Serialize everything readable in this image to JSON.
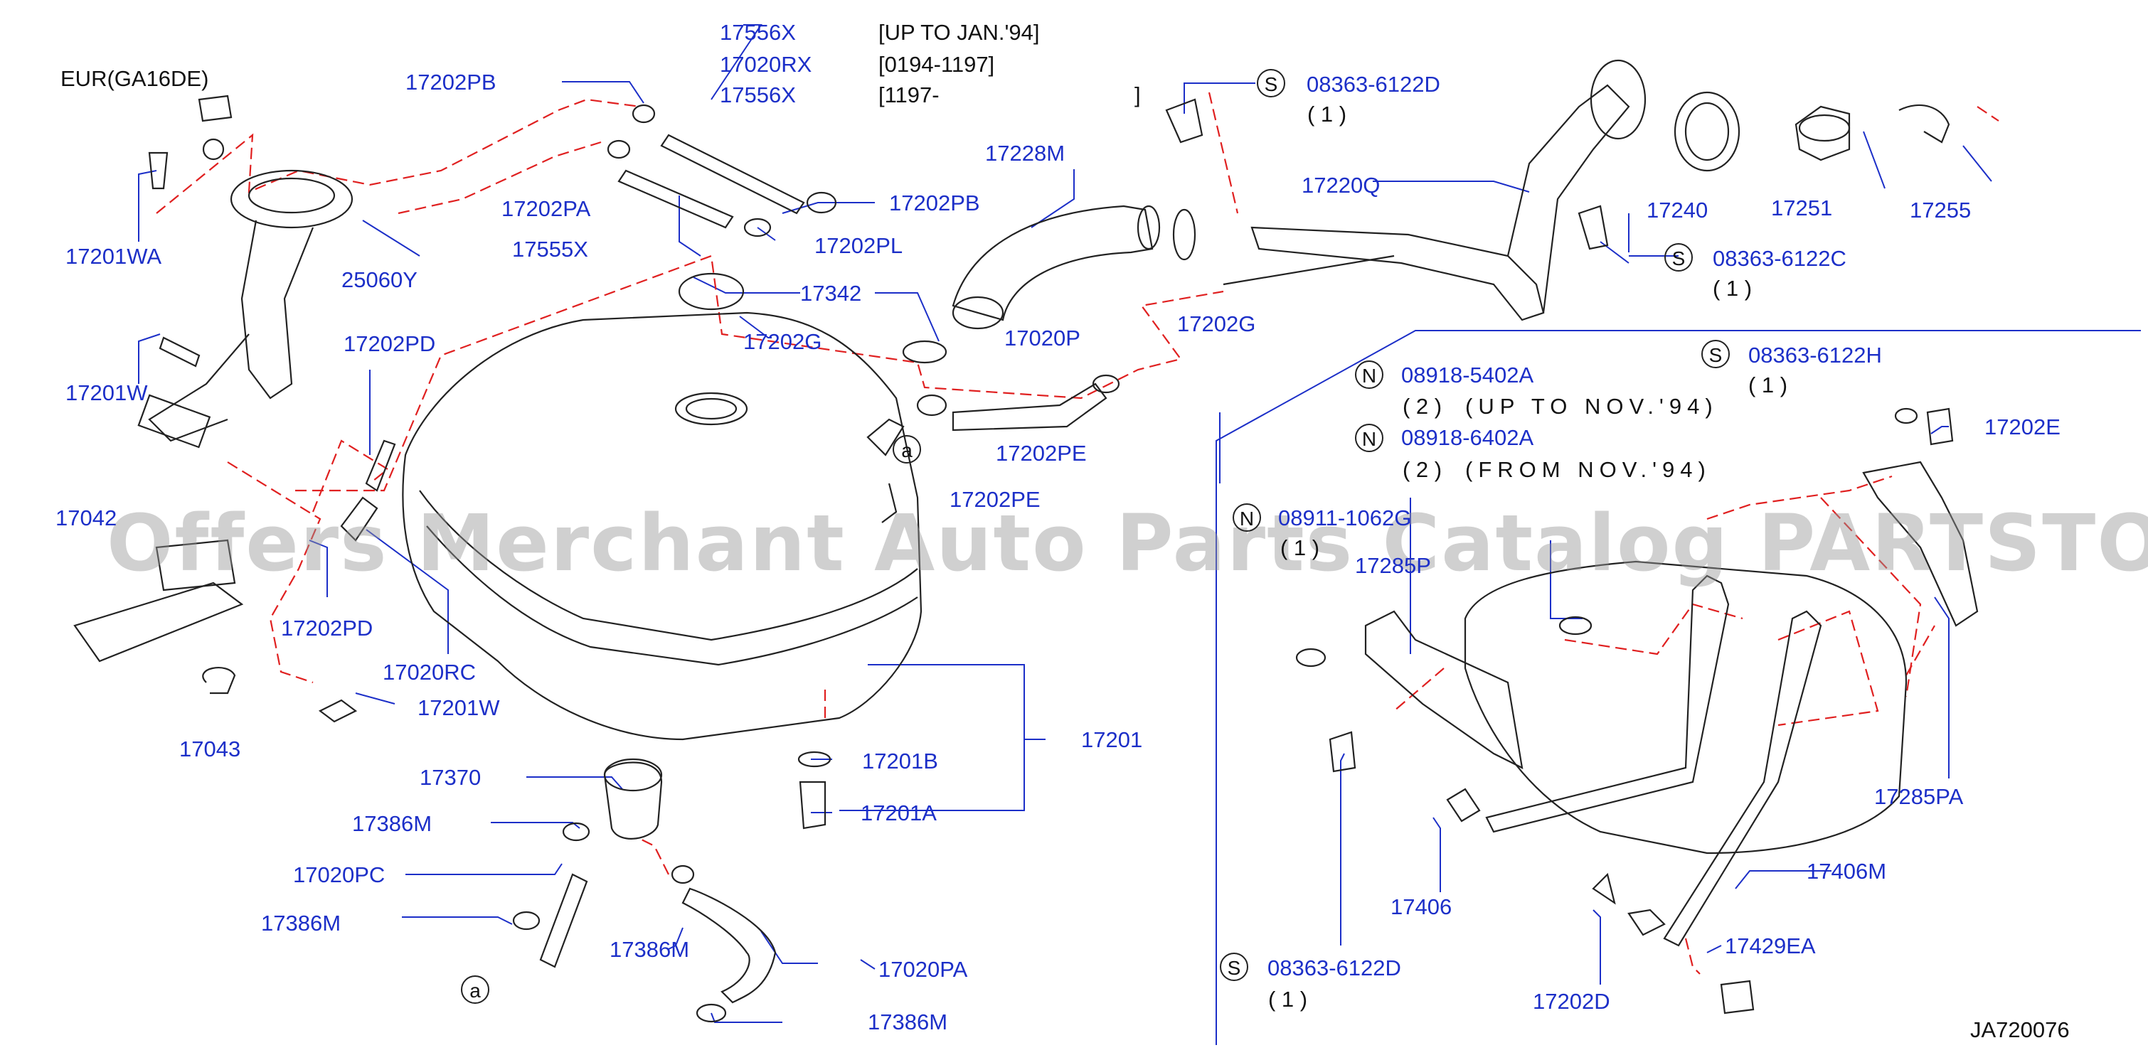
{
  "header": {
    "variant": "EUR(GA16DE)",
    "ref_parts": [
      "17556X",
      "17020RX",
      "17556X"
    ],
    "ref_dates": [
      "[UP  TO  JAN.'94]",
      "[0194-1197]",
      "[1197-"
    ],
    "ref_bracket": "]"
  },
  "labels": {
    "p17202PB_a": "17202PB",
    "p17202PA": "17202PA",
    "p17555X": "17555X",
    "p17202PB_b": "17202PB",
    "p17202PL": "17202PL",
    "p17342": "17342",
    "p17228M": "17228M",
    "p17202G_a": "17202G",
    "p17020P": "17020P",
    "p17202PE_a": "17202PE",
    "p17202PE_b": "17202PE",
    "p17202G_b": "17202G",
    "p17220Q": "17220Q",
    "p17240": "17240",
    "p17251": "17251",
    "p17255": "17255",
    "p17201WA": "17201WA",
    "p25060Y": "25060Y",
    "p17201W_a": "17201W",
    "p17202PD_a": "17202PD",
    "p17042": "17042",
    "p17202PD_b": "17202PD",
    "p17020RC": "17020RC",
    "p17201W_b": "17201W",
    "p17043": "17043",
    "p17201": "17201",
    "p17201B": "17201B",
    "p17201A": "17201A",
    "p17370": "17370",
    "p17386M_a": "17386M",
    "p17020PC": "17020PC",
    "p17386M_b": "17386M",
    "p17386M_c": "17386M",
    "p17020PA": "17020PA",
    "p17386M_d": "17386M",
    "p17202E": "17202E",
    "p17285PA": "17285PA",
    "p17285P": "17285P",
    "p17406M": "17406M",
    "p17406": "17406",
    "p17429EA": "17429EA",
    "p17202D": "17202D"
  },
  "fasteners": {
    "f1": {
      "code": "08363-6122D",
      "prefix": "S",
      "qty": "( 1 )",
      "note": ""
    },
    "f2": {
      "code": "08363-6122C",
      "prefix": "S",
      "qty": "( 1 )",
      "note": ""
    },
    "f3": {
      "code": "08363-6122H",
      "prefix": "S",
      "qty": "( 1 )",
      "note": ""
    },
    "f4": {
      "code": "08918-5402A",
      "prefix": "N",
      "qty": "( 2 )",
      "note": "(UP  TO  NOV.'94)"
    },
    "f5": {
      "code": "08918-6402A",
      "prefix": "N",
      "qty": "( 2 )",
      "note": "(FROM  NOV.'94)"
    },
    "f6": {
      "code": "08911-1062G",
      "prefix": "N",
      "qty": "( 1 )",
      "note": ""
    },
    "f7": {
      "code": "08363-6122D",
      "prefix": "S",
      "qty": "( 1 )",
      "note": ""
    }
  },
  "callouts": {
    "a1": "a",
    "a2": "a"
  },
  "footer": {
    "diagram_id": "JA720076"
  },
  "watermark": "Offers Merchant Auto Parts Catalog PARTSTORE.SA",
  "colors": {
    "label": "#1c2fc8",
    "line": "#1c2fc8",
    "dashed": "#e02020",
    "drawing": "#222222"
  }
}
